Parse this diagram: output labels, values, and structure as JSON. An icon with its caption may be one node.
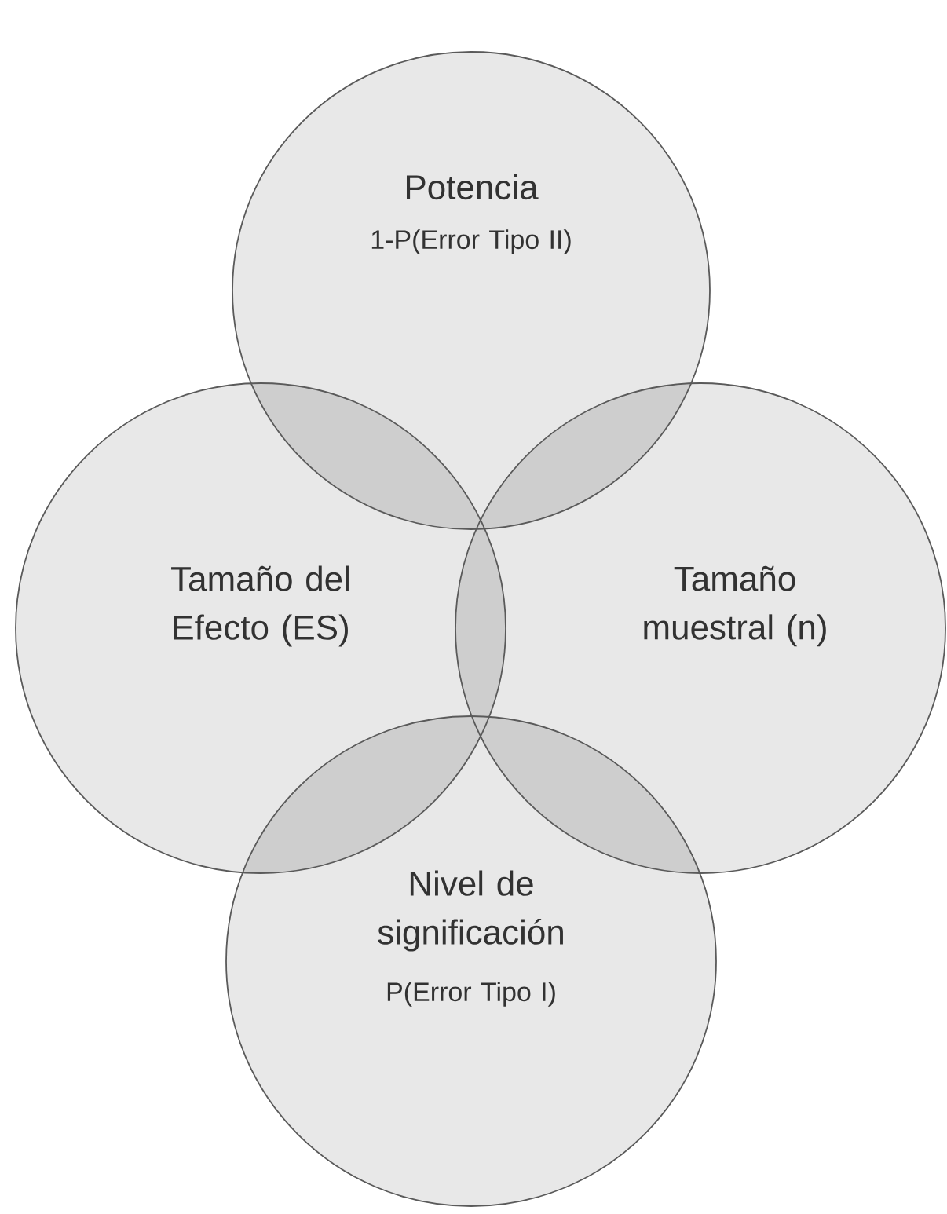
{
  "diagram": {
    "nodes": [
      {
        "text": [
          "Potencia",
          "1-P(Error Tipo II)"
        ]
      },
      {
        "text": [
          "Tamaño del Efecto (ES)"
        ]
      },
      {
        "text": [
          "Tamaño muestral (n)"
        ]
      },
      {
        "text": [
          "Nivel de significación",
          "P(Error Tipo I)"
        ]
      }
    ]
  }
}
